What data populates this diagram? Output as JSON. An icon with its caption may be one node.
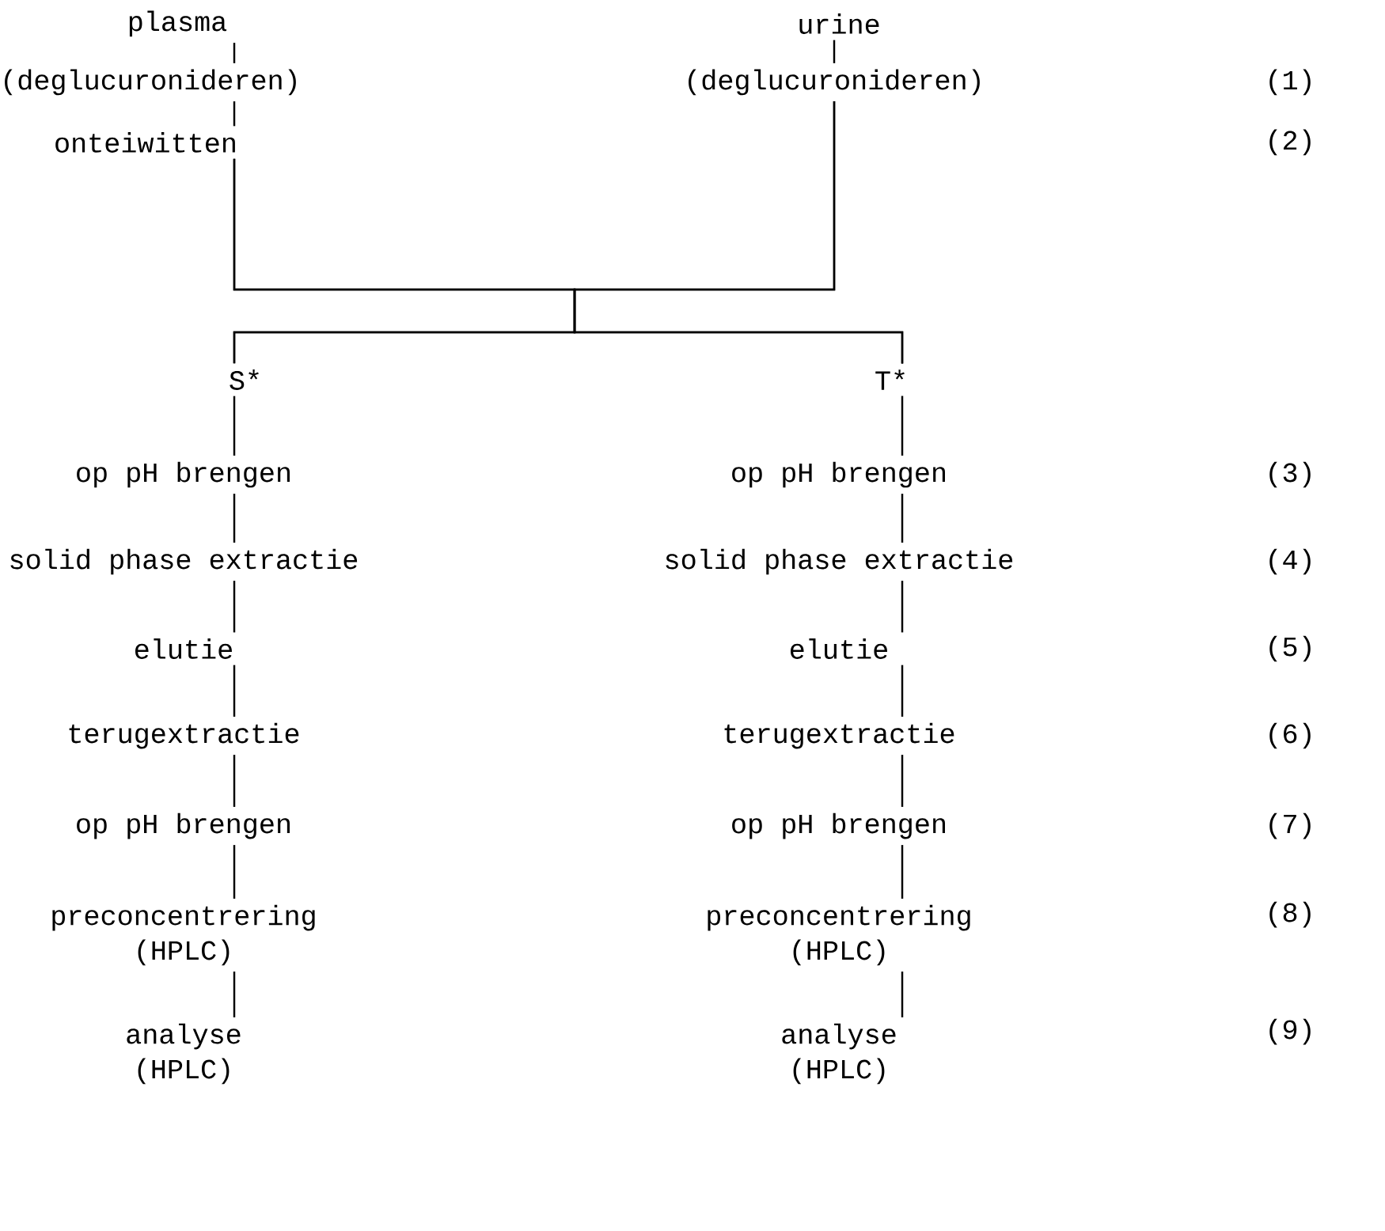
{
  "diagram": {
    "nodes": [
      {
        "text": [
          "plasma"
        ]
      },
      {
        "text": [
          "urine"
        ]
      },
      {
        "text": [
          "(deglucuronideren)"
        ]
      },
      {
        "text": [
          "(deglucuronideren)"
        ]
      },
      {
        "text": [
          "onteiwitten"
        ]
      },
      {
        "text": [
          "S*"
        ]
      },
      {
        "text": [
          "T*"
        ]
      },
      {
        "text": [
          "op pH brengen"
        ]
      },
      {
        "text": [
          "solid phase extractie"
        ]
      },
      {
        "text": [
          "elutie"
        ]
      },
      {
        "text": [
          "terugextractie"
        ]
      },
      {
        "text": [
          "op pH brengen"
        ]
      },
      {
        "text": [
          "preconcentrering (HPLC)"
        ]
      },
      {
        "text": [
          "analyse (HPLC)"
        ]
      },
      {
        "text": [
          "op pH brengen"
        ]
      },
      {
        "text": [
          "solid phase extractie"
        ]
      },
      {
        "text": [
          "elutie"
        ]
      },
      {
        "text": [
          "terugextractie"
        ]
      },
      {
        "text": [
          "op pH brengen"
        ]
      },
      {
        "text": [
          "preconcentrering (HPLC)"
        ]
      },
      {
        "text": [
          "analyse (HPLC)"
        ]
      }
    ],
    "edges": [
      {
        "from": 0,
        "to": 2,
        "arrow": "none"
      },
      {
        "from": 2,
        "to": 4,
        "arrow": "none"
      },
      {
        "from": 1,
        "to": 3,
        "arrow": "none"
      },
      {
        "from": 4,
        "to": 5,
        "arrow": "none"
      },
      {
        "from": 4,
        "to": 6,
        "arrow": "none"
      },
      {
        "from": 3,
        "to": 5,
        "arrow": "none"
      },
      {
        "from": 3,
        "to": 6,
        "arrow": "none"
      },
      {
        "from": 5,
        "to": 7,
        "arrow": "none"
      },
      {
        "from": 7,
        "to": 8,
        "arrow": "none"
      },
      {
        "from": 8,
        "to": 9,
        "arrow": "none"
      },
      {
        "from": 9,
        "to": 10,
        "arrow": "none"
      },
      {
        "from": 10,
        "to": 11,
        "arrow": "none"
      },
      {
        "from": 11,
        "to": 12,
        "arrow": "none"
      },
      {
        "from": 12,
        "to": 13,
        "arrow": "none"
      },
      {
        "from": 6,
        "to": 14,
        "arrow": "none"
      },
      {
        "from": 14,
        "to": 15,
        "arrow": "none"
      },
      {
        "from": 15,
        "to": 16,
        "arrow": "none"
      },
      {
        "from": 16,
        "to": 17,
        "arrow": "none"
      },
      {
        "from": 17,
        "to": 18,
        "arrow": "none"
      },
      {
        "from": 18,
        "to": 19,
        "arrow": "none"
      },
      {
        "from": 19,
        "to": 20,
        "arrow": "none"
      }
    ],
    "labels": [
      "(1)",
      "(2)",
      "(3)",
      "(4)",
      "(5)",
      "(6)",
      "(7)",
      "(8)",
      "(9)"
    ]
  }
}
